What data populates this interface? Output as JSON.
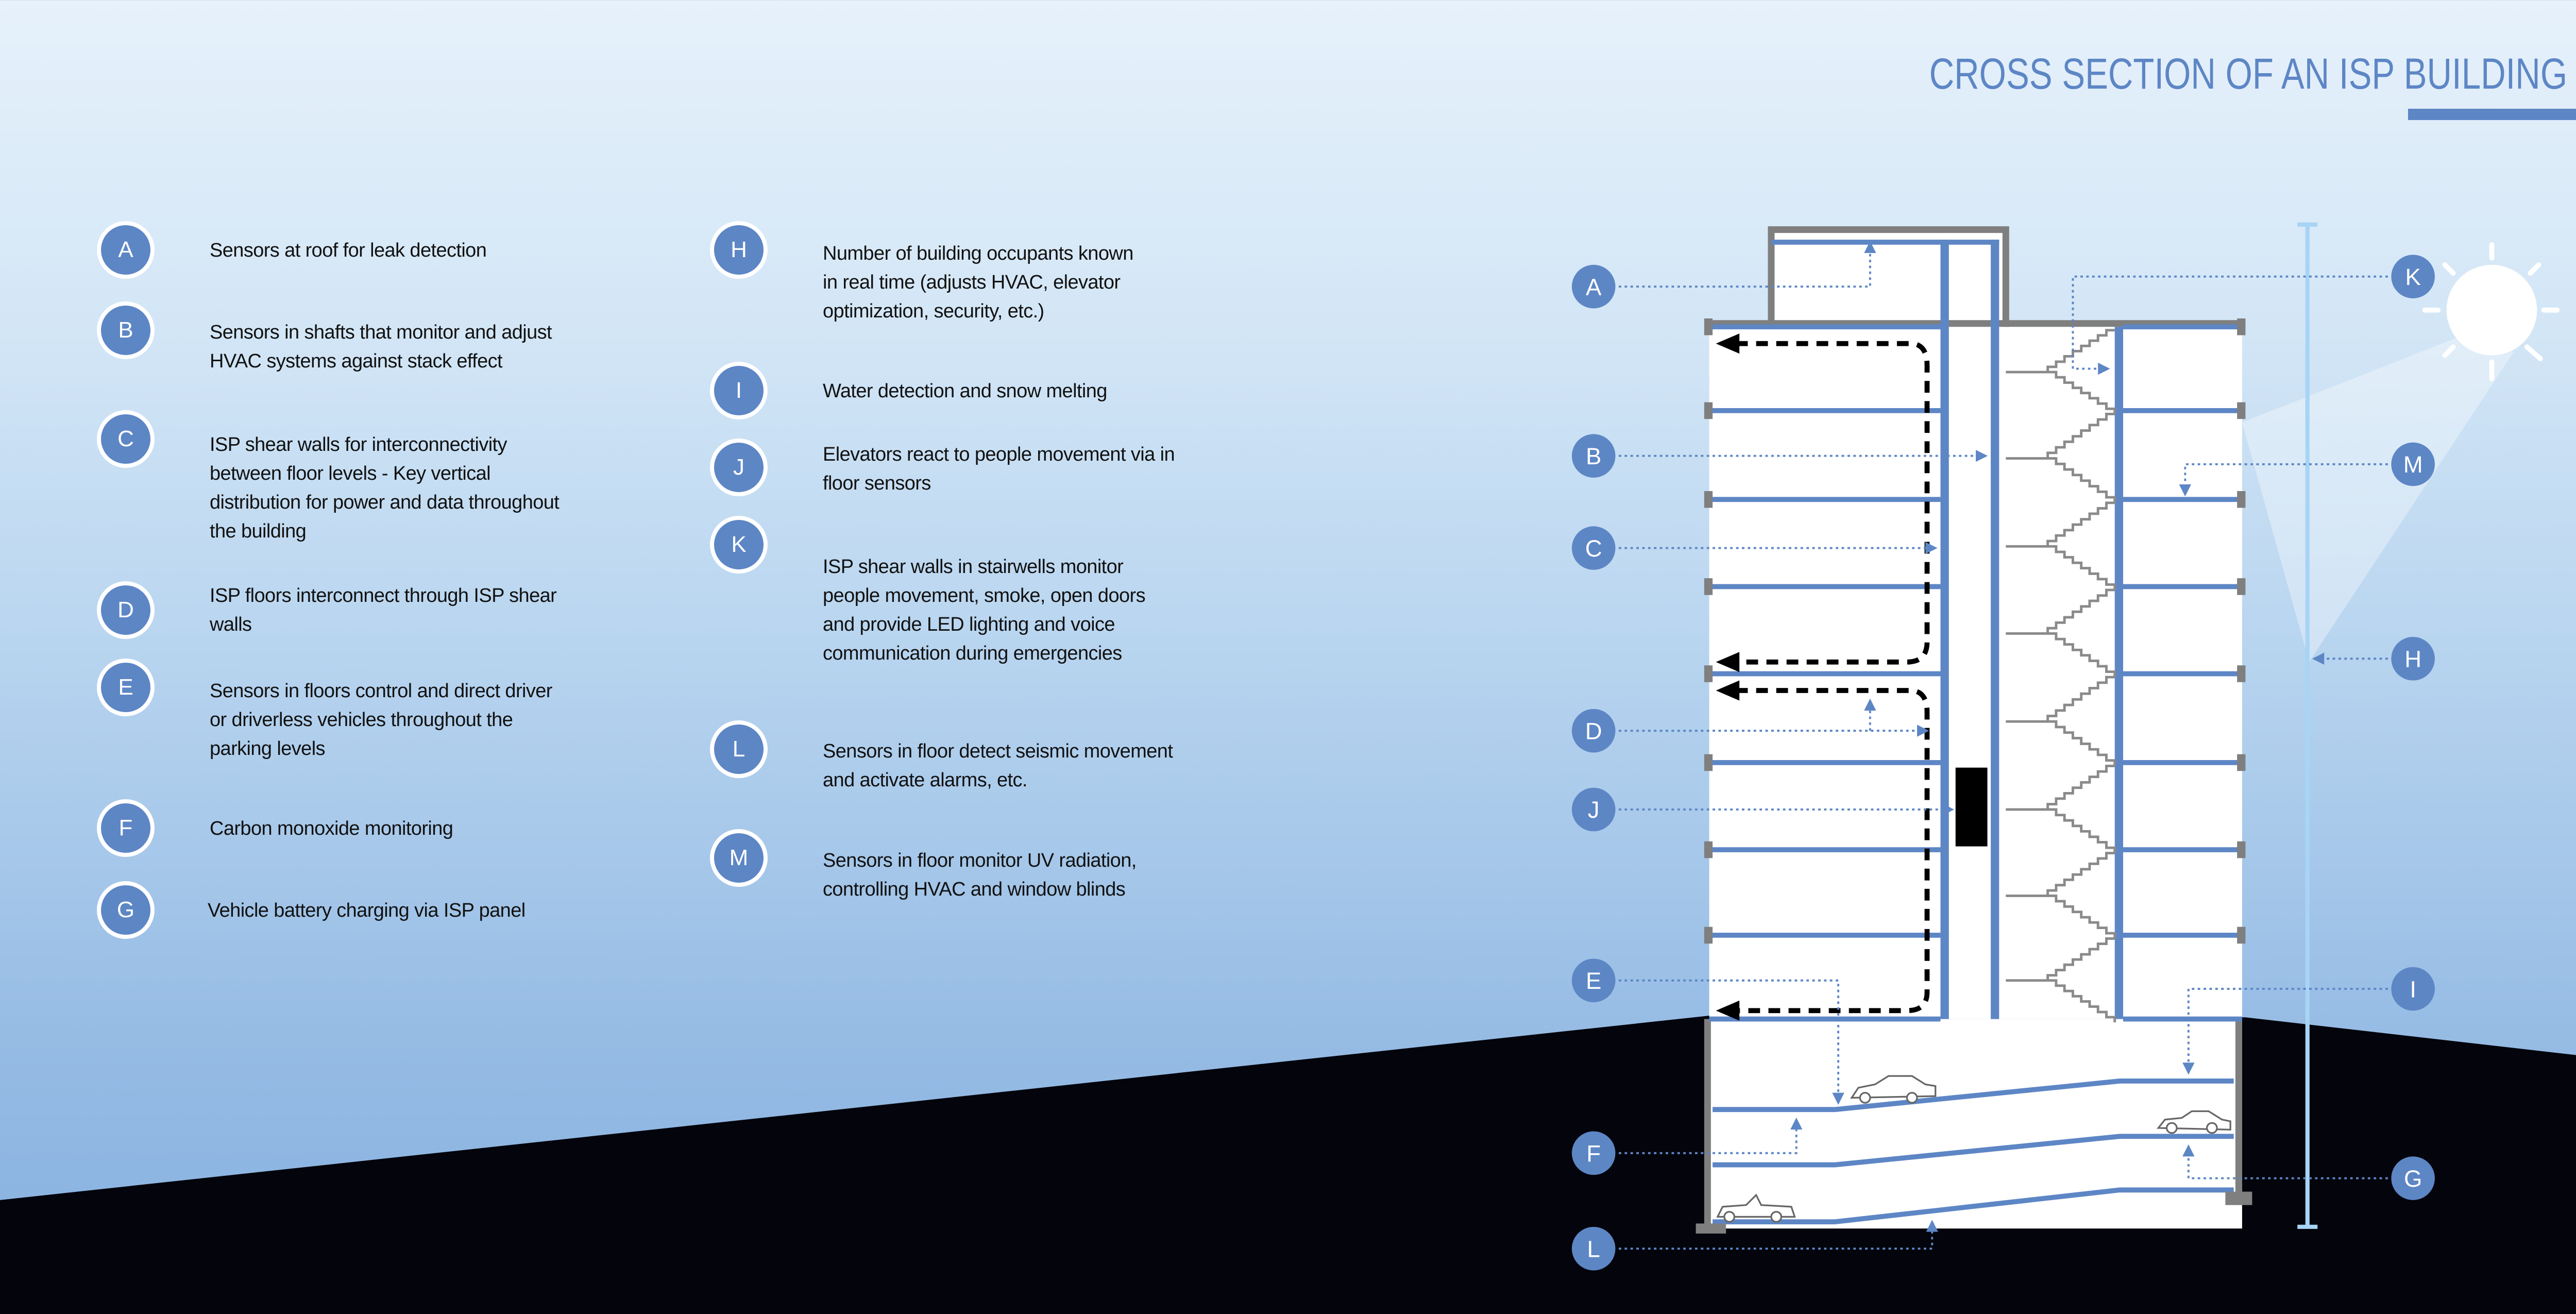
{
  "title": "CROSS SECTION OF AN ISP BUILDING",
  "legend": {
    "A": {
      "letter": "A",
      "lines": [
        "Sensors at roof for leak detection"
      ]
    },
    "B": {
      "letter": "B",
      "lines": [
        "Sensors in shafts that monitor and adjust",
        "HVAC systems against stack effect"
      ]
    },
    "C": {
      "letter": "C",
      "lines": [
        "ISP shear walls for interconnectivity",
        "between floor levels - Key vertical",
        "distribution for power and data throughout",
        "the building"
      ]
    },
    "D": {
      "letter": "D",
      "lines": [
        "ISP floors interconnect through ISP shear",
        "walls"
      ]
    },
    "E": {
      "letter": "E",
      "lines": [
        "Sensors in floors control and direct driver",
        "or driverless vehicles throughout the",
        "parking levels"
      ]
    },
    "F": {
      "letter": "F",
      "lines": [
        "Carbon monoxide monitoring"
      ]
    },
    "G": {
      "letter": "G",
      "lines": [
        "Vehicle battery charging via ISP panel"
      ]
    },
    "H": {
      "letter": "H",
      "lines": [
        "Number of building occupants known",
        "in real time (adjusts HVAC, elevator",
        "optimization, security, etc.)"
      ]
    },
    "I": {
      "letter": "I",
      "lines": [
        "Water detection and snow melting"
      ]
    },
    "J": {
      "letter": "J",
      "lines": [
        "Elevators react to people movement via in",
        "floor sensors"
      ]
    },
    "K": {
      "letter": "K",
      "lines": [
        "ISP shear walls in stairwells monitor",
        "people movement, smoke, open doors",
        "and provide LED lighting and voice",
        "communication during emergencies"
      ]
    },
    "L": {
      "letter": "L",
      "lines": [
        "Sensors in floor detect seismic movement",
        "and activate alarms, etc."
      ]
    },
    "M": {
      "letter": "M",
      "lines": [
        "Sensors in floor monitor UV radiation,",
        "controlling HVAC and window blinds"
      ]
    }
  },
  "colors": {
    "accent": "#5d86c5",
    "ground": "#03040c",
    "wall": "#7f7f7f",
    "height_bar": "#a8d4f5"
  }
}
